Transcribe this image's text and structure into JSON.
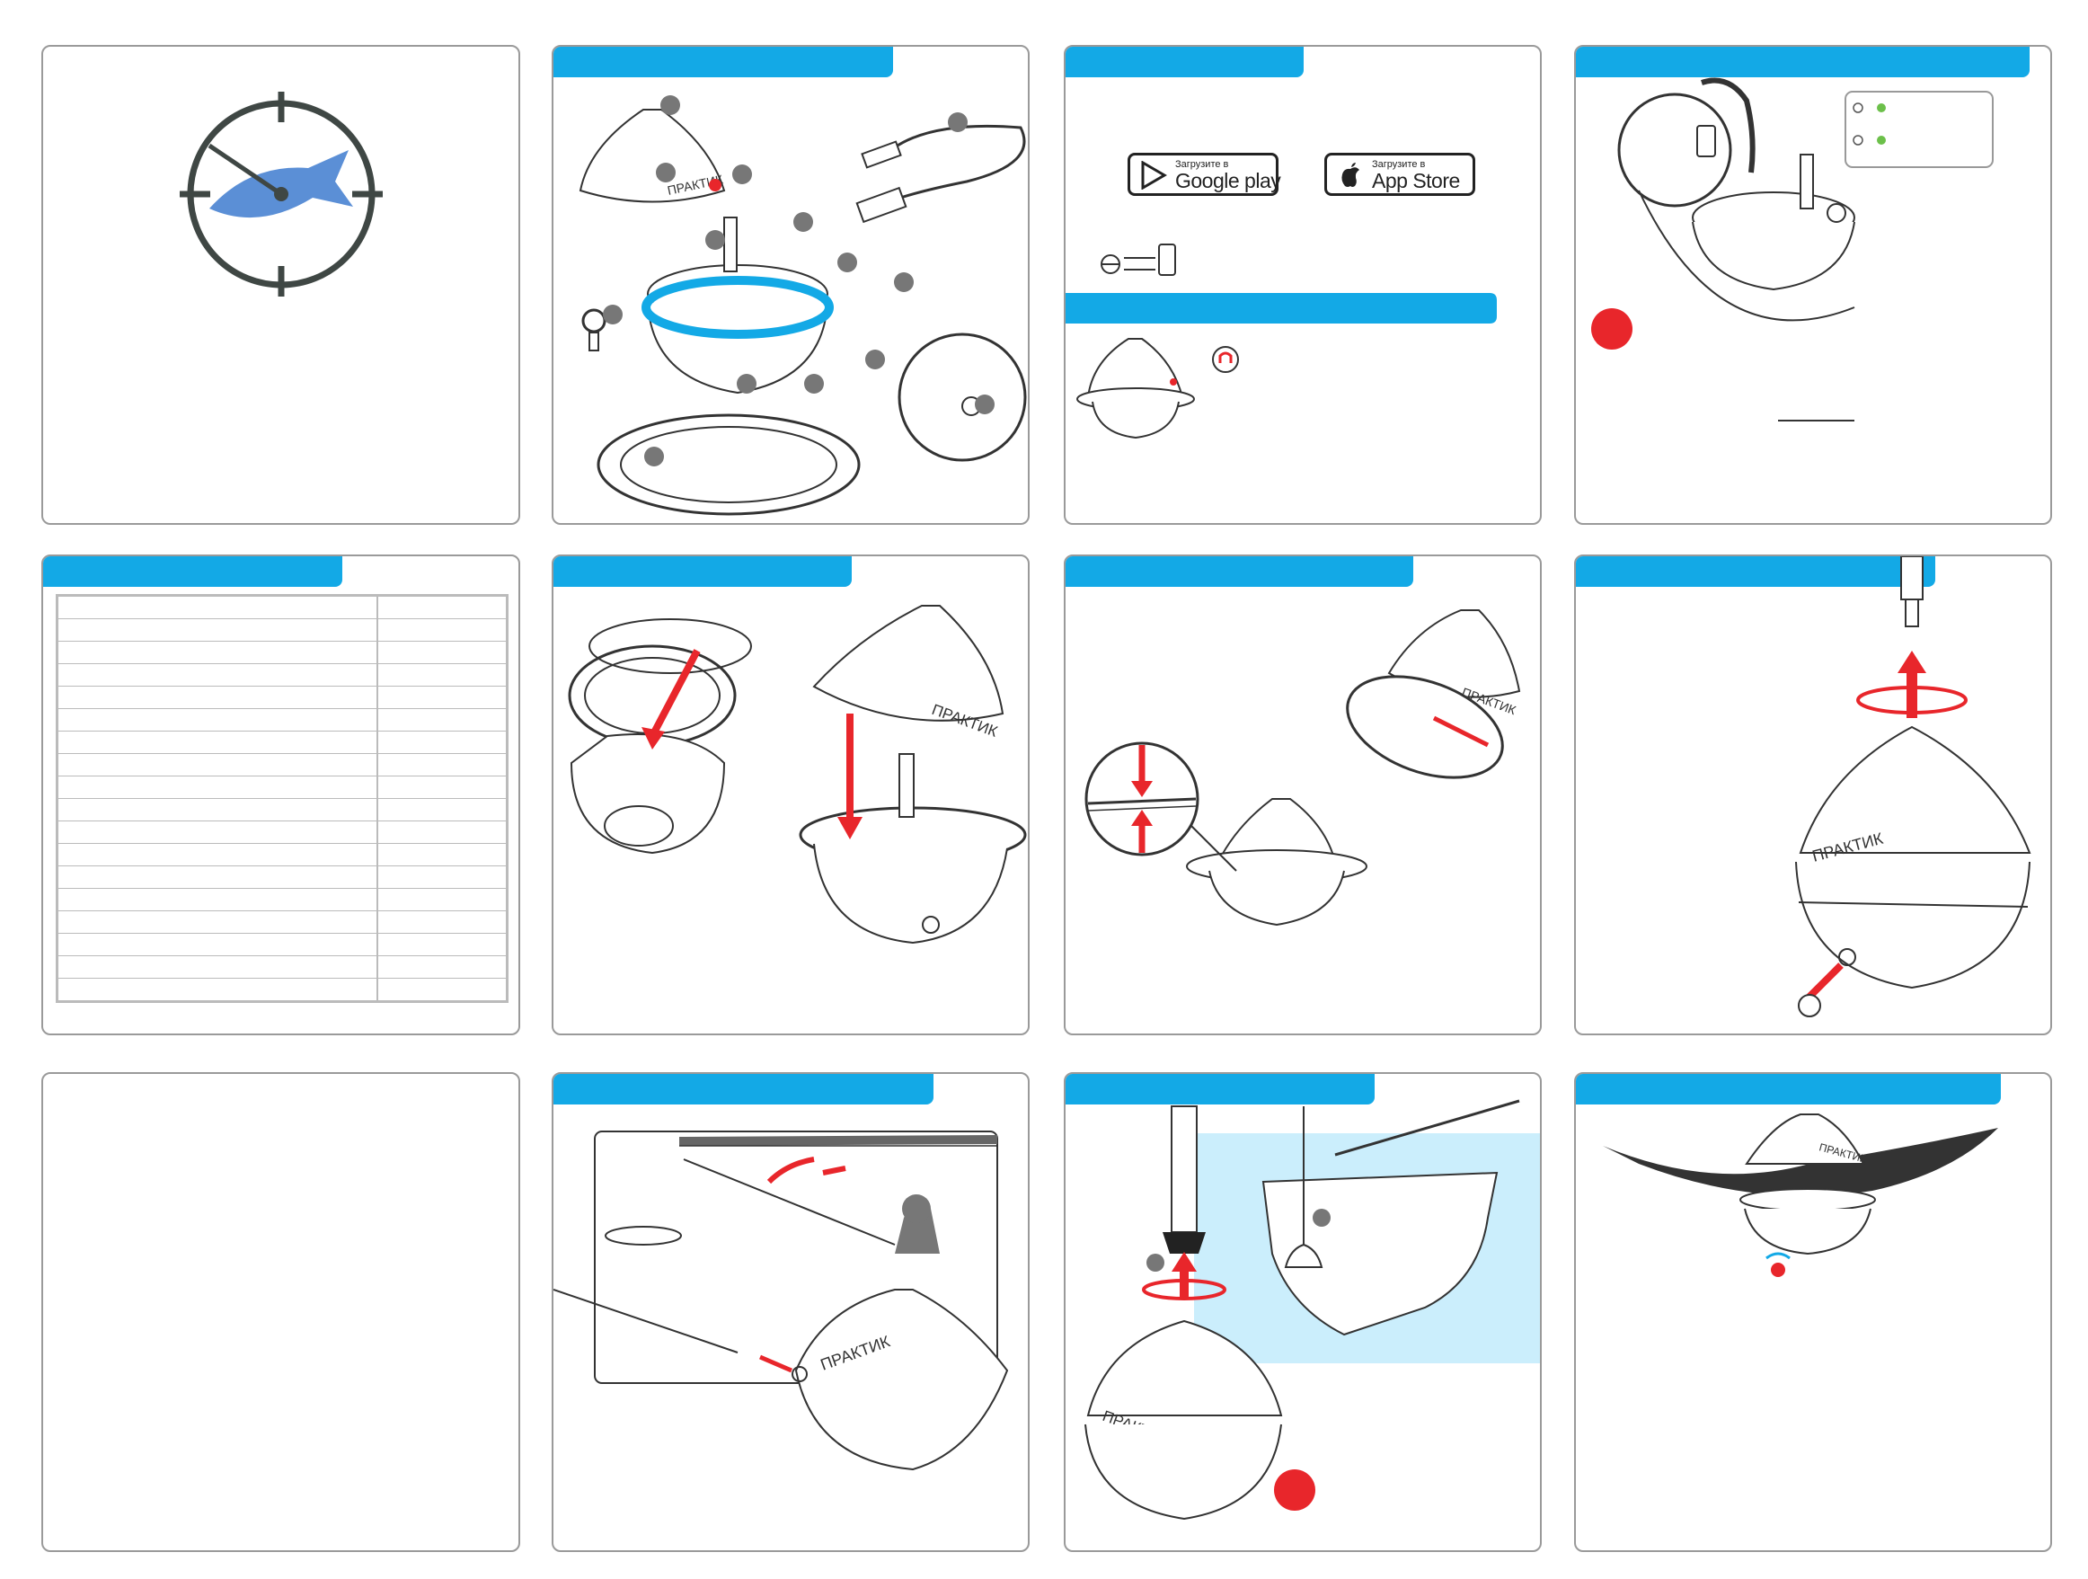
{
  "logo": {
    "icon": "fish-target-icon"
  },
  "stores": {
    "google": {
      "small": "Загрузите в",
      "big": "Google play",
      "icon": "google-play-icon"
    },
    "apple": {
      "small": "Загрузите в",
      "big": "App Store",
      "icon": "apple-icon"
    }
  },
  "brand": "ПРАКТИК",
  "spec_table": {
    "rows": 18
  },
  "colors": {
    "header": "#13a9e6",
    "accent_red": "#e8262b",
    "fish_blue": "#5b8fd6",
    "outline": "#3f4744"
  }
}
